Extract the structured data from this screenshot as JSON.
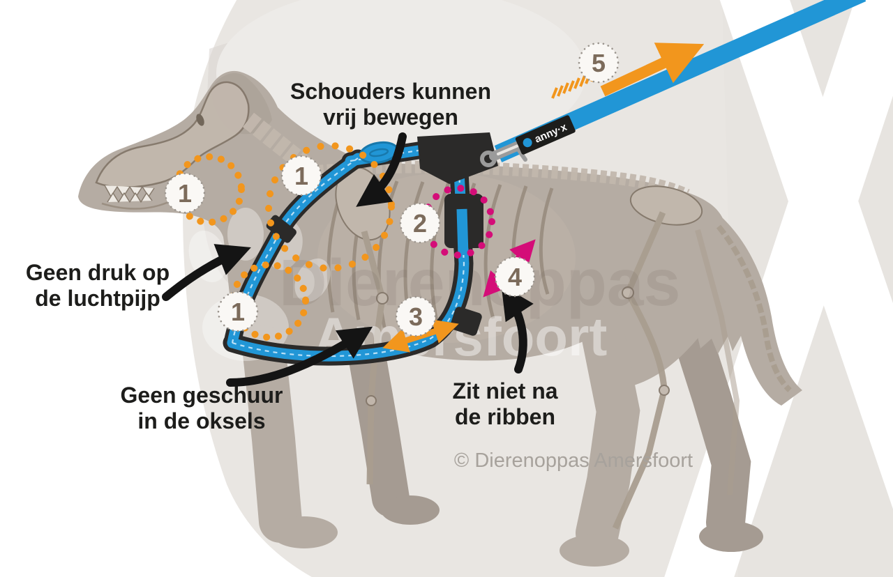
{
  "diagram": {
    "title_context": "dog harness fit diagram",
    "annotations": {
      "shoulders": {
        "line1": "Schouders kunnen",
        "line2": "vrij bewegen"
      },
      "trachea": {
        "line1": "Geen druk op",
        "line2": "de luchtpijp"
      },
      "armpits": {
        "line1": "Geen geschuur",
        "line2": "in de oksels"
      },
      "ribs": {
        "line1": "Zit niet na",
        "line2": "de ribben"
      }
    },
    "badges": [
      "1",
      "1",
      "1",
      "2",
      "3",
      "4",
      "5"
    ],
    "brand_label": "anny·x",
    "copyright": "© Dierenoppas Amersfoort",
    "watermark": {
      "line1": "Dierenoppas",
      "line2": "Amersfoort"
    },
    "colors": {
      "harness_blue": "#2196d6",
      "harness_edge_black": "#2b2a29",
      "accent_orange": "#f2961d",
      "accent_magenta": "#d40d78",
      "arrow_black": "#141414",
      "dog_body": "#b5aca3",
      "dog_far_limb": "#a59b92",
      "bone_outline": "#84786b",
      "badge_text": "#7c6b5b",
      "copyright_gray": "#a7a29c",
      "background_gray": "#e9e6e2"
    }
  }
}
